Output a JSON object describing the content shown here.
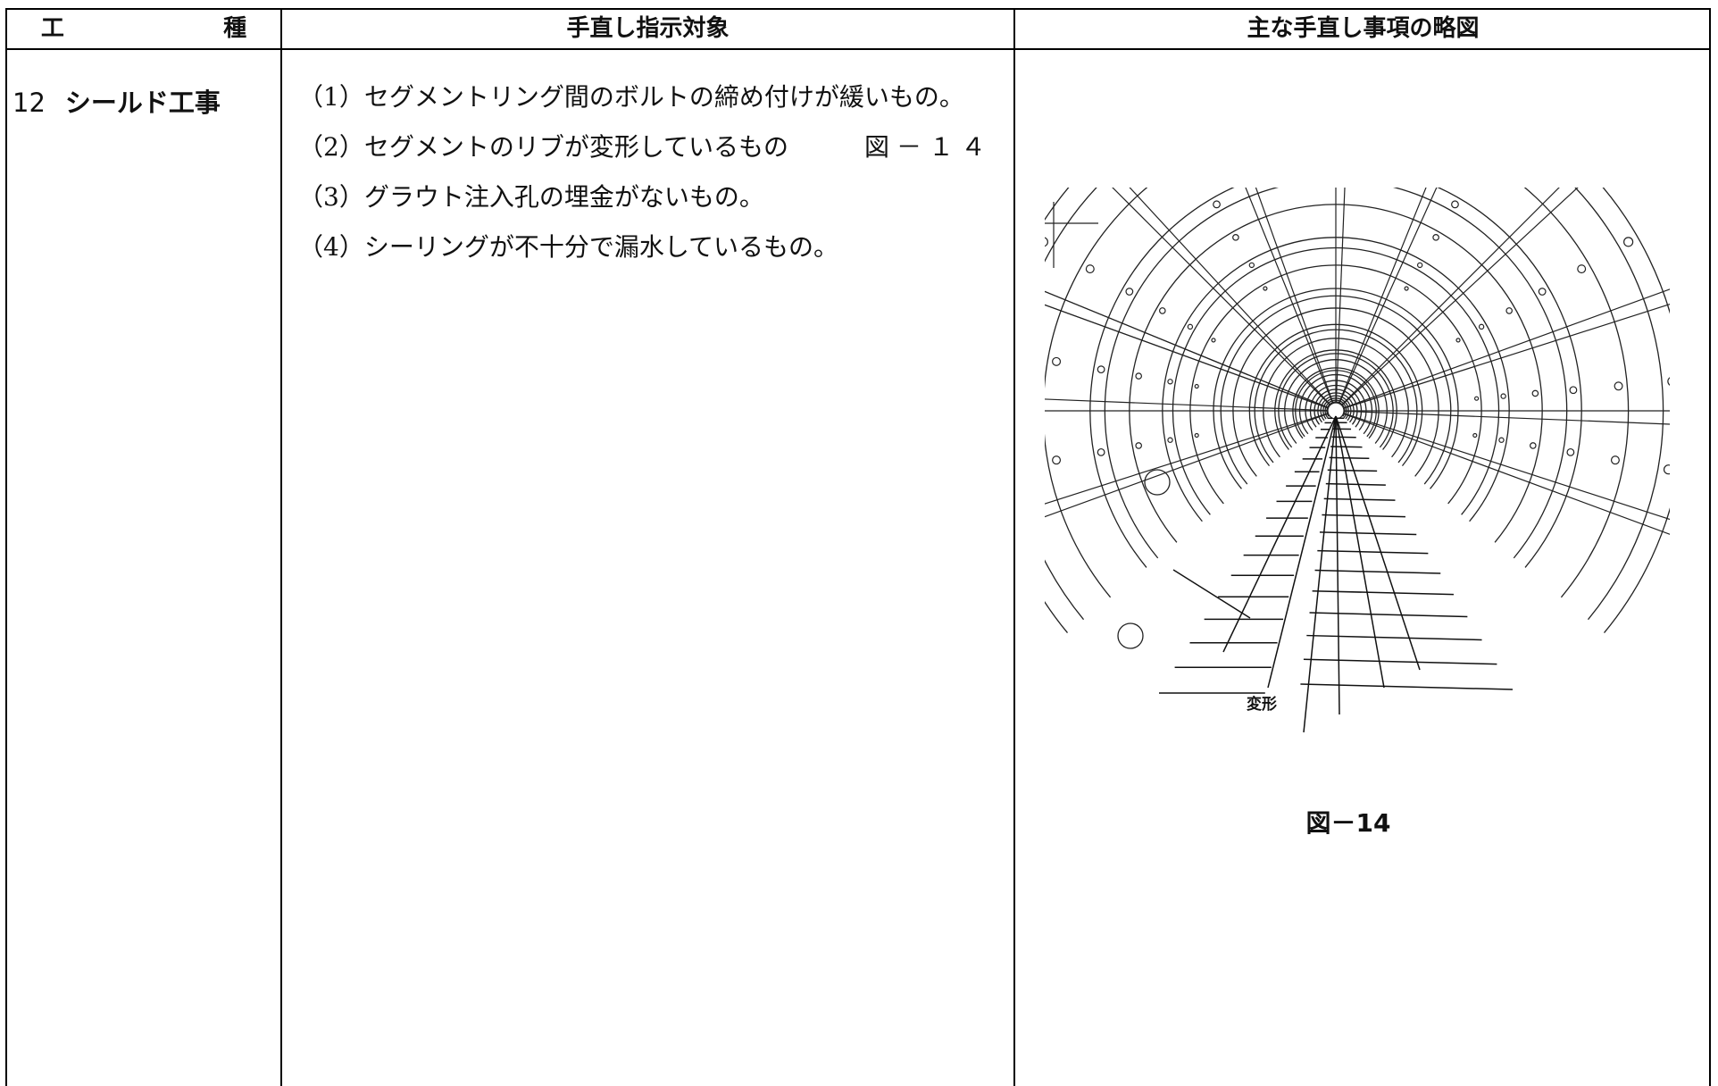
{
  "header": {
    "col_kind_a": "工",
    "col_kind_b": "種",
    "col_target": "手直し指示対象",
    "col_sketch": "主な手直し事項の略図"
  },
  "work": {
    "number": "12",
    "name": "シールド工事"
  },
  "items": [
    {
      "text": "（1）セグメントリング間のボルトの締め付けが緩いもの。",
      "ref": ""
    },
    {
      "text": "（2）セグメントのリブが変形しているもの",
      "ref": "図－１４"
    },
    {
      "text": "（3）グラウト注入孔の埋金がないもの。",
      "ref": ""
    },
    {
      "text": "（4）シーリングが不十分で漏水しているもの。",
      "ref": ""
    }
  ],
  "figure": {
    "annotation": "変形",
    "caption": "図－14"
  }
}
